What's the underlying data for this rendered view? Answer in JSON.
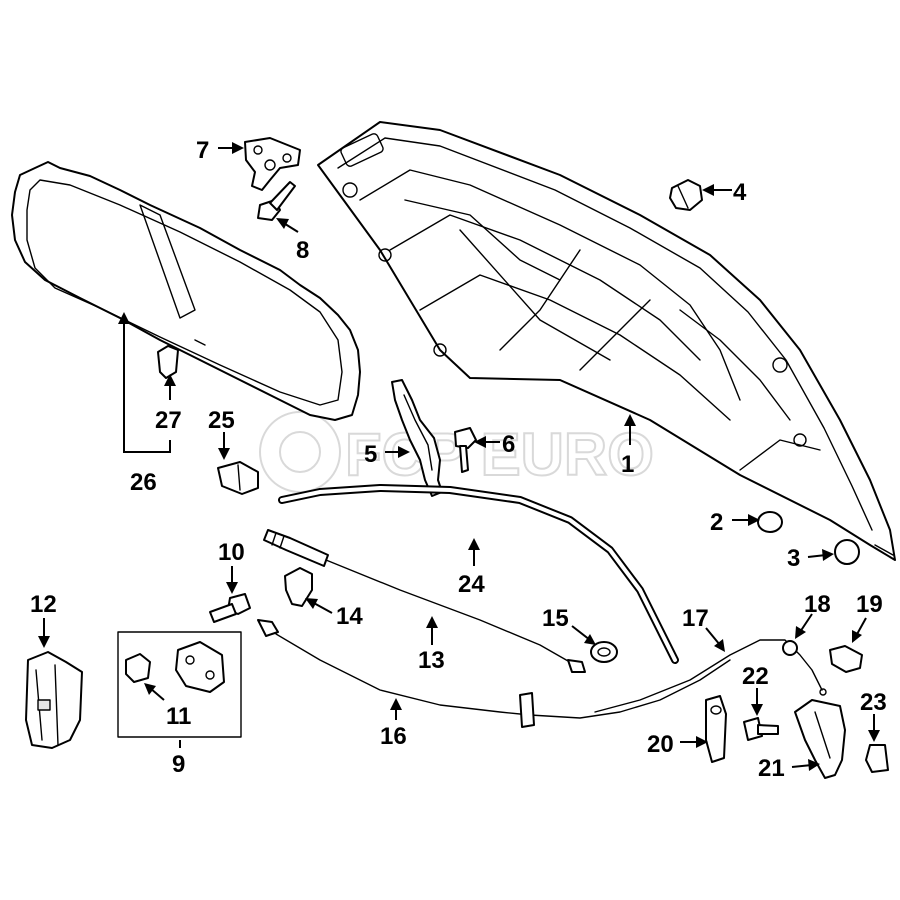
{
  "watermark": {
    "brand": "FCP EURO",
    "color": "#d9d9d9"
  },
  "callouts": [
    {
      "id": "c1",
      "label": "1"
    },
    {
      "id": "c2",
      "label": "2"
    },
    {
      "id": "c3",
      "label": "3"
    },
    {
      "id": "c4",
      "label": "4"
    },
    {
      "id": "c5",
      "label": "5"
    },
    {
      "id": "c6",
      "label": "6"
    },
    {
      "id": "c7",
      "label": "7"
    },
    {
      "id": "c8",
      "label": "8"
    },
    {
      "id": "c9",
      "label": "9"
    },
    {
      "id": "c10",
      "label": "10"
    },
    {
      "id": "c11",
      "label": "11"
    },
    {
      "id": "c12",
      "label": "12"
    },
    {
      "id": "c13",
      "label": "13"
    },
    {
      "id": "c14",
      "label": "14"
    },
    {
      "id": "c15",
      "label": "15"
    },
    {
      "id": "c16",
      "label": "16"
    },
    {
      "id": "c17",
      "label": "17"
    },
    {
      "id": "c18",
      "label": "18"
    },
    {
      "id": "c19",
      "label": "19"
    },
    {
      "id": "c20",
      "label": "20"
    },
    {
      "id": "c21",
      "label": "21"
    },
    {
      "id": "c22",
      "label": "22"
    },
    {
      "id": "c23",
      "label": "23"
    },
    {
      "id": "c24",
      "label": "24"
    },
    {
      "id": "c25",
      "label": "25"
    },
    {
      "id": "c26",
      "label": "26"
    },
    {
      "id": "c27",
      "label": "27"
    }
  ]
}
